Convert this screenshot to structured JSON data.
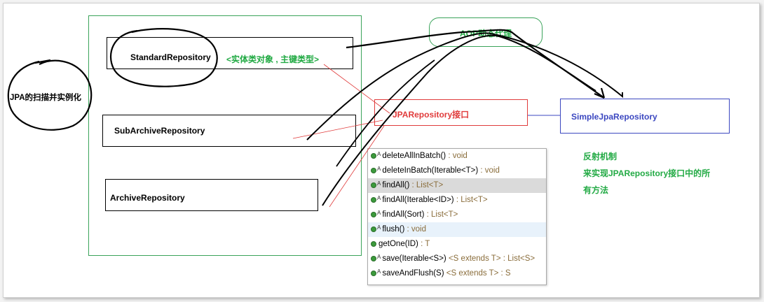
{
  "left_note": "JPA的扫描并实例化",
  "repositories": {
    "standard": {
      "name": "StandardRepository",
      "note": "<实体类对象 , 主键类型>"
    },
    "subarchive": {
      "name": "SubArchiveRepository"
    },
    "archive": {
      "name": "ArchiveRepository"
    }
  },
  "aop": {
    "label": "AOP动态代理"
  },
  "jpa_interface": {
    "label": "JPARepository接口"
  },
  "impl": {
    "label": "SimpleJpaRepository"
  },
  "reflection_note": [
    "反射机制",
    "来实现JPARepository接口中的所",
    "有方法"
  ],
  "methods": [
    {
      "name": "deleteAllInBatch()",
      "type": " : void"
    },
    {
      "name": "deleteInBatch(Iterable<T>)",
      "type": " : void"
    },
    {
      "name": "findAll()",
      "type": " : List<T>"
    },
    {
      "name": "findAll(Iterable<ID>)",
      "type": " : List<T>"
    },
    {
      "name": "findAll(Sort)",
      "type": " : List<T>"
    },
    {
      "name": "flush()",
      "type": " : void"
    },
    {
      "name": "getOne(ID)",
      "type": " : T"
    },
    {
      "name": "save(Iterable<S>)",
      "type": " <S extends T> : List<S>"
    },
    {
      "name": "saveAndFlush(S)",
      "type": " <S extends T> : S"
    }
  ],
  "method_modifier": "A",
  "colors": {
    "frame_green": "#3aa35a",
    "note_green": "#22aa44",
    "interface_red": "#e03b3b",
    "impl_blue": "#3b47c0"
  }
}
